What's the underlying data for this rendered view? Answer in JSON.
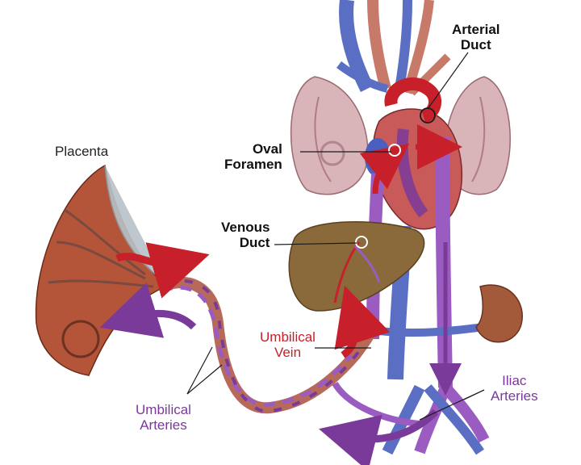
{
  "labels": {
    "placenta": "Placenta",
    "arterial_duct": [
      "Arterial",
      "Duct"
    ],
    "oval_foramen": [
      "Oval",
      "Foramen"
    ],
    "venous_duct": [
      "Venous",
      "Duct"
    ],
    "umbilical_vein": [
      "Umbilical",
      "Vein"
    ],
    "umbilical_arteries": [
      "Umbilical",
      "Arteries"
    ],
    "iliac_arteries": [
      "Iliac",
      "Arteries"
    ]
  },
  "colors": {
    "oxygenated": "#c8202a",
    "deoxygenated_vessel": "#5a6fc4",
    "mixed_blood": "#9a5cc0",
    "flow_arrow_purple": "#7a3a9a",
    "placenta_tissue": "#b4553a",
    "liver": "#8a6a3a",
    "lung": "#d9b4b8",
    "kidney": "#a35a3a"
  },
  "icons": [
    "flow-arrow",
    "marker-circle"
  ]
}
